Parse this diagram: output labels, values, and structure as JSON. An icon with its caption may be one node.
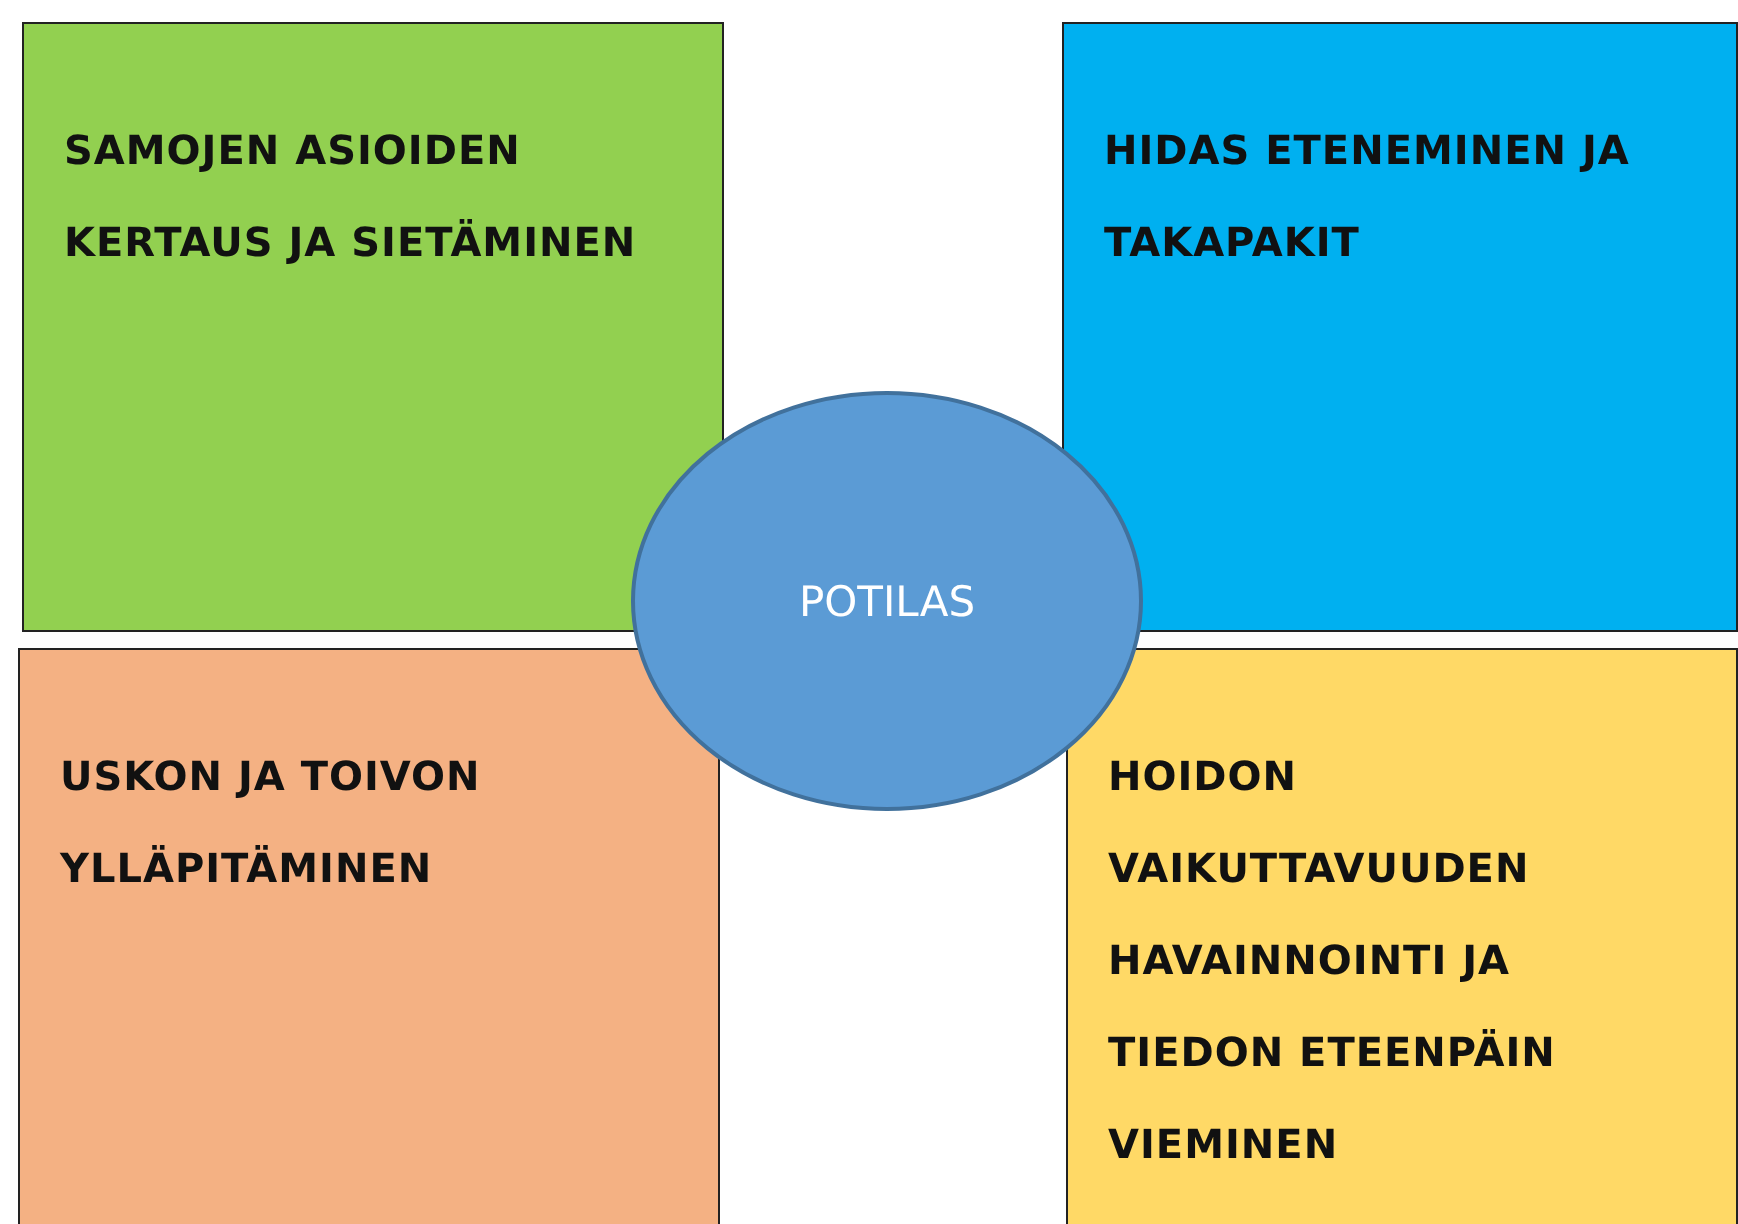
{
  "diagram": {
    "nodes": [
      {
        "text": [
          "SAMOJEN ASIOIDEN KERTAUS JA SIETÄMINEN"
        ]
      },
      {
        "text": [
          "HIDAS ETENEMINEN JA TAKAPAKIT"
        ]
      },
      {
        "text": [
          "POTILAS"
        ]
      },
      {
        "text": [
          "USKON JA TOIVON YLLÄPITÄMINEN"
        ]
      },
      {
        "text": [
          "HOIDON VAIKUTTAVUUDEN HAVAINNOINTI JA TIEDON ETEENPÄIN VIEMINEN"
        ]
      }
    ]
  }
}
